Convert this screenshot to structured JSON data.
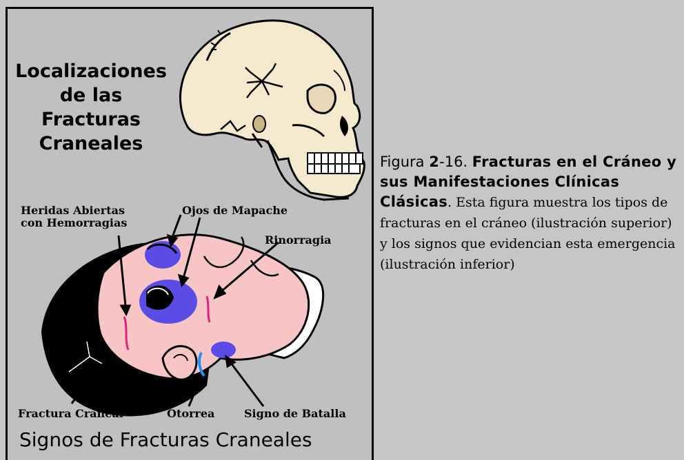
{
  "figure": {
    "top_title_lines": [
      "Localizaciones",
      "de las",
      "Fracturas",
      "Craneales"
    ],
    "bottom_title": "Signos de Fracturas Craneales",
    "labels": {
      "heridas": [
        "Heridas Abiertas",
        "con Hemorragias"
      ],
      "ojos": "Ojos de Mapache",
      "rinorragia": "Rinorragia",
      "fractura": "Fractura Craneal",
      "otorrea": "Otorrea",
      "battle": "Signo de Batalla"
    }
  },
  "caption": {
    "fig_word": "Figura ",
    "fig_num": "2",
    "fig_rest": "-16. ",
    "title": "Fracturas en el Cráneo y sus Manifestaciones Clínicas Clásicas",
    "period": ". ",
    "body": "Esta figura muestra los tipos de fracturas en el cráneo (ilustración superior) y los signos que evidencian esta emergencia (ilustración inferior)"
  },
  "colors": {
    "background": "#c6c6c6",
    "skull": "#f6e9cf",
    "skin": "#f7c6c4",
    "hair": "#000000",
    "bruise": "#5b4ce6",
    "blood": "#e0207a",
    "ear_fluid": "#1e90ff"
  }
}
